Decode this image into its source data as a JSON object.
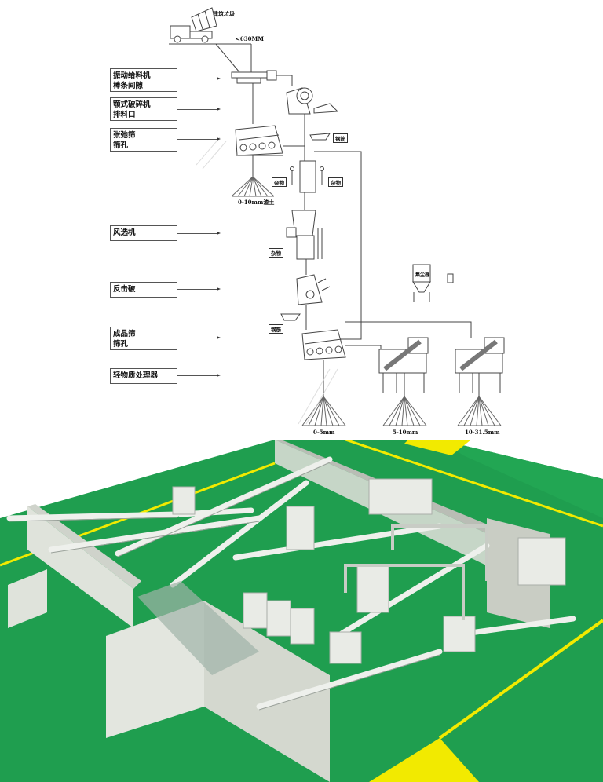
{
  "flowchart": {
    "top_caption": "建筑垃圾",
    "feed_size": "<630MM",
    "labels": [
      {
        "line1": "振动给料机",
        "line2": "棒条间隙"
      },
      {
        "line1": "颚式破碎机",
        "line2": "排料口"
      },
      {
        "line1": "张弛筛",
        "line2": "筛孔"
      },
      {
        "line1": "风选机",
        "line2": ""
      },
      {
        "line1": "反击破",
        "line2": ""
      },
      {
        "line1": "成品筛",
        "line2": "筛孔"
      },
      {
        "line1": "轻物质处理器",
        "line2": ""
      }
    ],
    "tags": {
      "steel_bar_1": "钢筋",
      "sundries_left": "杂物",
      "sundries_right": "杂物",
      "sundries_air": "杂物",
      "steel_bar_2": "钢筋",
      "dust_collector": "集尘器"
    },
    "outputs": {
      "soil": "0-10mm渣土",
      "product_1": "0-5mm",
      "product_2": "5-10mm",
      "product_3": "10-31.5mm"
    }
  },
  "render": {
    "floor_color": "#1f9e4f",
    "stripe_color": "#f2ea00",
    "wall_color": "#d8dcd4",
    "equipment_color": "#e9ebe6"
  }
}
